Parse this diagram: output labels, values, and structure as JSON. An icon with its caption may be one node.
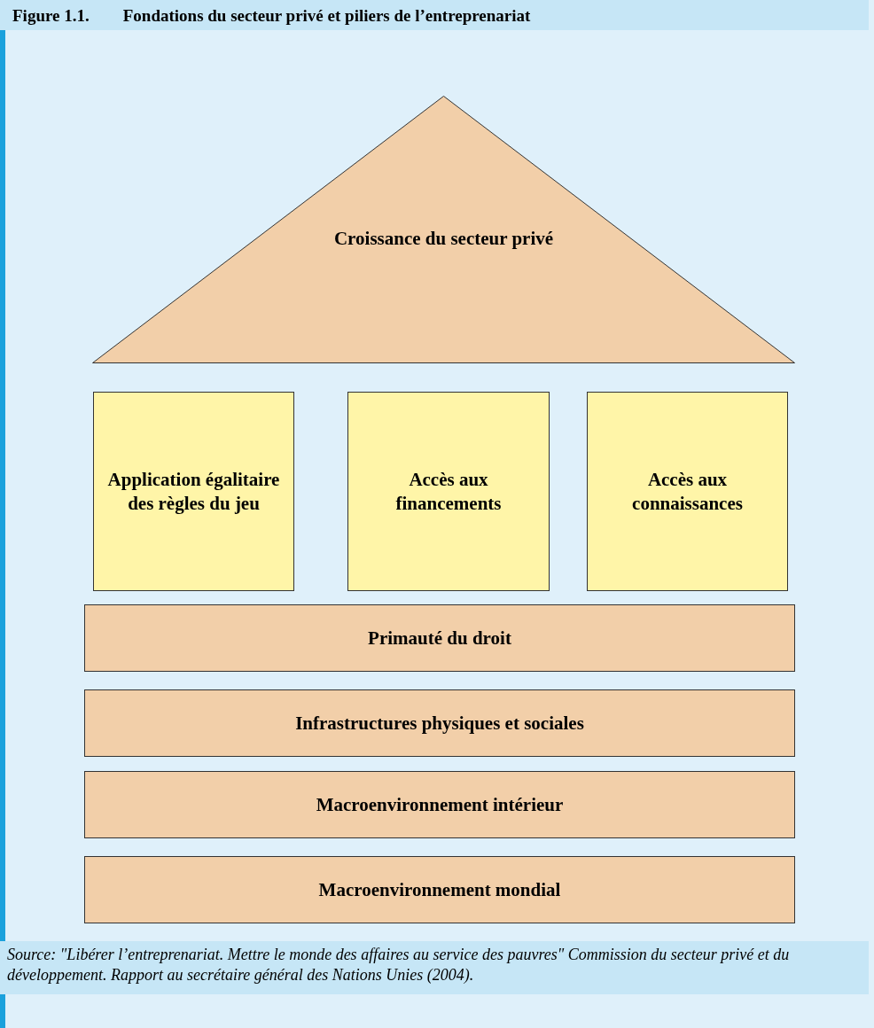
{
  "diagram": {
    "title": "Figure 1.1. Fondations du secteur privé et piliers de l’entreprenariat",
    "caption": "Source: \"Libérer l’entreprenariat. Mettre le monde des affaires au service des pauvres\" Commission du secteur privé et du développement. Rapport au secrétaire général des Nations Unies (2004).",
    "nodes": [
      {
        "text": [
          "Croissance du secteur privé"
        ]
      },
      {
        "text": [
          "Application égalitaire des règles du jeu"
        ]
      },
      {
        "text": [
          "Accès aux financements"
        ]
      },
      {
        "text": [
          "Accès aux connaissances"
        ]
      },
      {
        "text": [
          "Primauté du droit"
        ]
      },
      {
        "text": [
          "Infrastructures physiques et sociales"
        ]
      },
      {
        "text": [
          "Macroenvironnement intérieur"
        ]
      },
      {
        "text": [
          "Macroenvironnement mondial"
        ]
      }
    ]
  }
}
